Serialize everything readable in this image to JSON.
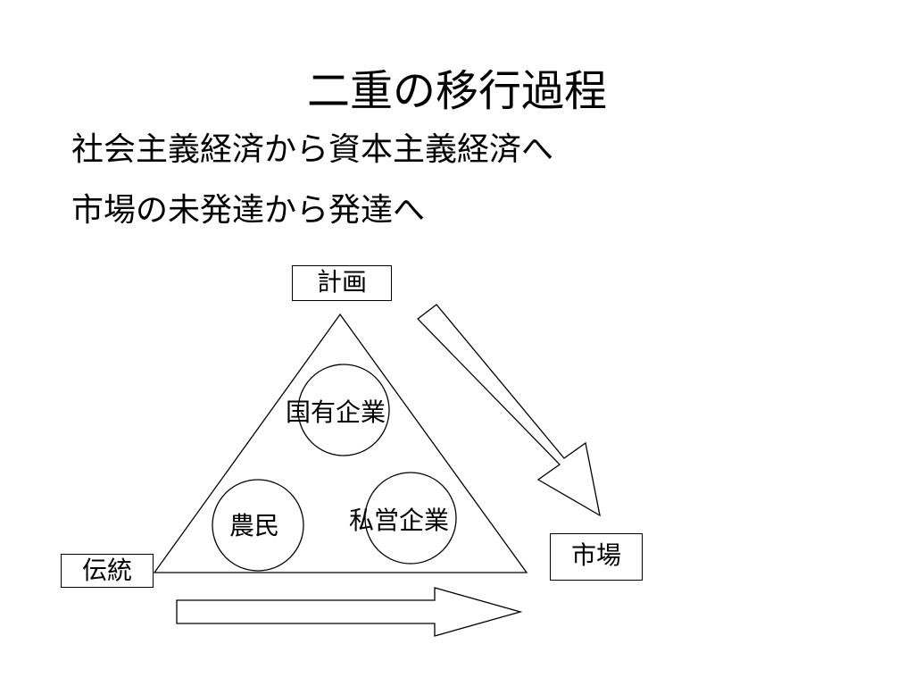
{
  "slide": {
    "title": "二重の移行過程",
    "bullets": [
      "社会主義経済から資本主義経済へ",
      "市場の未発達から発達へ"
    ]
  },
  "diagram": {
    "vertices": {
      "top": "計画",
      "bottom_left": "伝統",
      "right": "市場"
    },
    "circles": [
      "国有企業",
      "農民",
      "私営企業"
    ],
    "colors": {
      "stroke": "#000000",
      "background": "#ffffff"
    }
  }
}
